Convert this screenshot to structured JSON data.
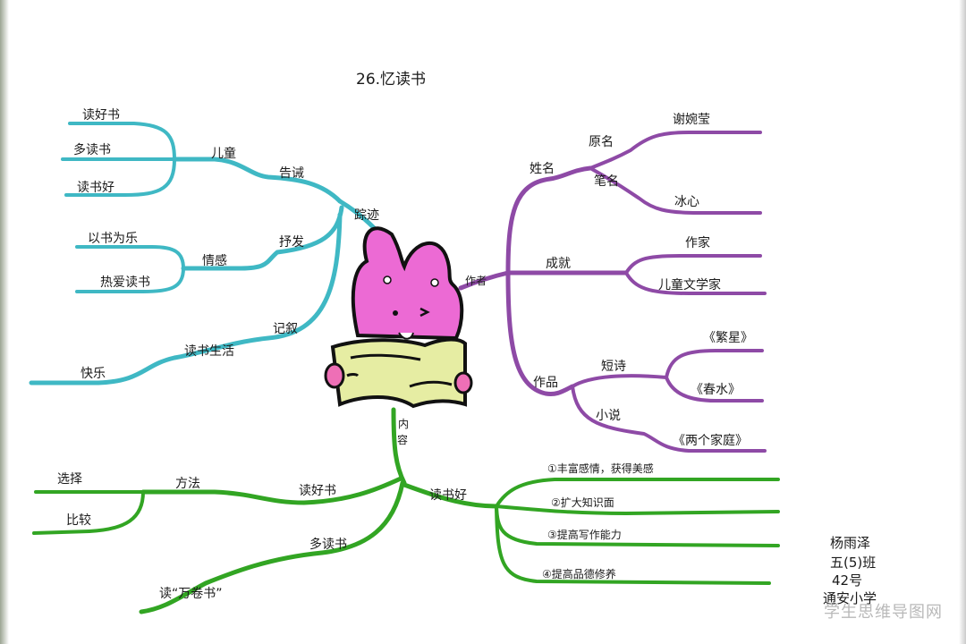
{
  "title": "26.忆读书",
  "colors": {
    "teal": "#3fb8c4",
    "purple": "#8e4aa6",
    "green": "#32a523",
    "ink": "#1a1a1a",
    "bunny": "#ec6ad4",
    "book": "#e6eda3",
    "hands": "#ee6fb6"
  },
  "branches": {
    "teal": {
      "root": "踪迹",
      "warn": "告诫",
      "child": "儿童",
      "leaves_child": [
        "读好书",
        "多读书",
        "读书好"
      ],
      "express": "抒发",
      "emotion": "情感",
      "leaves_emotion": [
        "以书为乐",
        "热爱读书"
      ],
      "narrate": "记叙",
      "life": "读书生活",
      "leaf_life": "快乐"
    },
    "purple": {
      "root": "作者",
      "name": "姓名",
      "original": "原名",
      "original_val": "谢婉莹",
      "pen": "笔名",
      "pen_val": "冰心",
      "achieve": "成就",
      "achieve_vals": [
        "作家",
        "儿童文学家"
      ],
      "works": "作品",
      "poetry": "短诗",
      "poetry_vals": [
        "《繁星》",
        "《春水》"
      ],
      "novel": "小说",
      "novel_val": "《两个家庭》"
    },
    "green": {
      "root": "内容",
      "good": "读好书",
      "method": "方法",
      "method_vals": [
        "选择",
        "比较"
      ],
      "more": "多读书",
      "more_val": "读“万卷书”",
      "benefit": "读书好",
      "benefit_vals": [
        "①丰富感情，获得美感",
        "②扩大知识面",
        "③提高写作能力",
        "④提高品德修养"
      ]
    }
  },
  "signature": [
    "杨雨泽",
    "五(5)班",
    "42号",
    "通安小学"
  ],
  "watermark": "学生思维导图网"
}
